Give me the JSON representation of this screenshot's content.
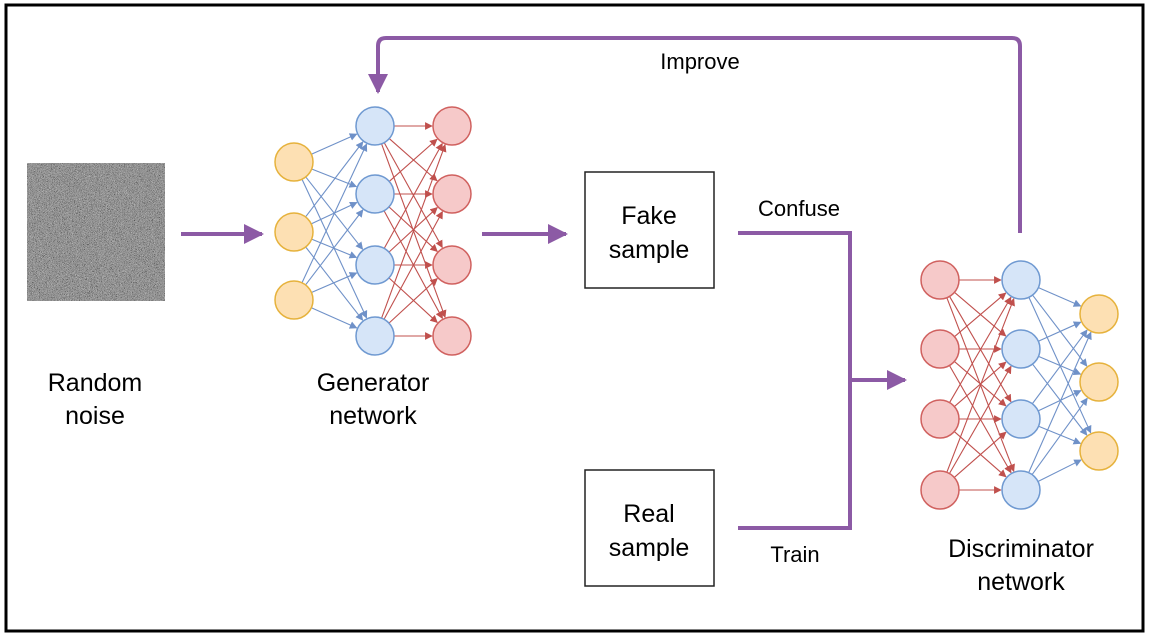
{
  "labels": {
    "random_noise_line1": "Random",
    "random_noise_line2": "noise",
    "generator_line1": "Generator",
    "generator_line2": "network",
    "fake_sample_line1": "Fake",
    "fake_sample_line2": "sample",
    "real_sample_line1": "Real",
    "real_sample_line2": "sample",
    "discriminator_line1": "Discriminator",
    "discriminator_line2": "network",
    "improve": "Improve",
    "confuse": "Confuse",
    "train": "Train"
  },
  "colors": {
    "flow_arrow": "#8c5aa5",
    "input_node_fill": "#fde0b3",
    "input_node_stroke": "#e6b23c",
    "hidden_node_fill": "#d6e5f8",
    "hidden_node_stroke": "#6f99d1",
    "output_node_fill": "#f6c9c9",
    "output_node_stroke": "#d0615f",
    "blue_edge": "#6f91c8",
    "red_edge": "#c0504d"
  },
  "networks": {
    "generator": {
      "layers": [
        "input",
        "hidden",
        "output"
      ],
      "node_counts": [
        3,
        4,
        4
      ]
    },
    "discriminator": {
      "layers": [
        "output",
        "hidden",
        "input"
      ],
      "node_counts": [
        4,
        4,
        3
      ]
    }
  }
}
